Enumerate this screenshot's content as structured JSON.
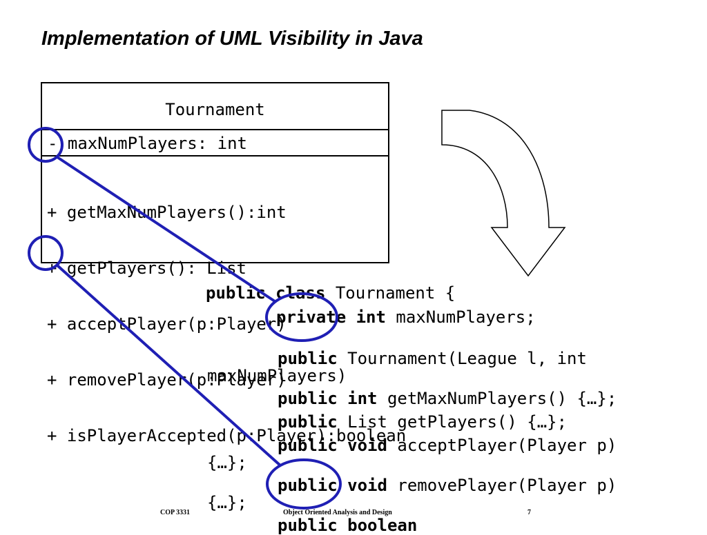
{
  "slide": {
    "title": "Implementation of UML Visibility in Java"
  },
  "uml": {
    "class_name": "Tournament",
    "attribute": "- maxNumPlayers: int",
    "operations": [
      "+ getMaxNumPlayers():int",
      "+ getPlayers(): List",
      "+ acceptPlayer(p:Player)",
      "+ removePlayer(p:Player)",
      "+ isPlayerAccepted(p:Player):boolean"
    ]
  },
  "code": {
    "l1_kw": "public class",
    "l1_rest": " Tournament {",
    "l2_kw": "private int",
    "l2_rest": " maxNumPlayers;",
    "l3_kw": "public",
    "l3_rest": " Tournament(League l, int",
    "l3_wrap": "maxNumPlayers)",
    "l4_kw": "public int",
    "l4_rest": " getMaxNumPlayers() {…};",
    "l5_kw": "public",
    "l5_rest": " List getPlayers() {…};",
    "l6_kw": "public void",
    "l6_rest": " acceptPlayer(Player p)",
    "l6_wrap": "{…};",
    "l7_kw": "public void",
    "l7_rest": " removePlayer(Player p)",
    "l7_wrap": "{…};",
    "l8_kw": "public boolean"
  },
  "footer": {
    "left": "COP 3331",
    "center": "Object Oriented Analysis and Design",
    "page": "7"
  },
  "colors": {
    "annotation": "#1f1fb4",
    "text": "#000000"
  },
  "icons": {
    "down_arrow": "curved-down-arrow-icon"
  }
}
